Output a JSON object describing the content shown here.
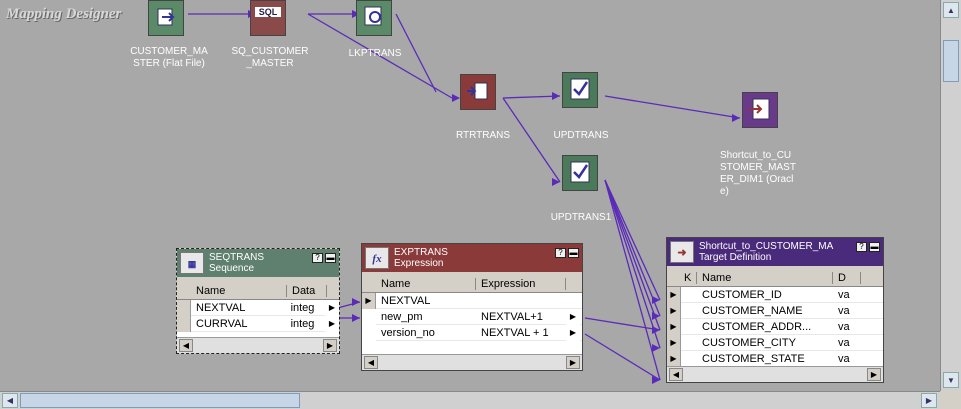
{
  "title": "Mapping Designer",
  "nodes": {
    "customer_master_src": {
      "label": "CUSTOMER_MA\nSTER (Flat File)",
      "color": "#5a8a68"
    },
    "sq_customer_master": {
      "label": "SQ_CUSTOMER\n_MASTER",
      "color": "#8b4a4a",
      "icon_text": "SQL"
    },
    "lkptrans": {
      "label": "LKPTRANS",
      "color": "#5a8a68"
    },
    "rtrtrans": {
      "label": "RTRTRANS",
      "color": "#8b3a3a"
    },
    "updtrans": {
      "label": "UPDTRANS",
      "color": "#4a7a5a"
    },
    "updtrans1": {
      "label": "UPDTRANS1",
      "color": "#4a7a5a"
    },
    "shortcut_target": {
      "label": "Shortcut_to_CU\nSTOMER_MAST\nER_DIM1 (Oracl\ne)",
      "color": "#6a3a8a"
    }
  },
  "seqtrans": {
    "name": "SEQTRANS",
    "type": "Sequence",
    "columns": [
      "Name",
      "Data"
    ],
    "rows": [
      [
        "NEXTVAL",
        "integ"
      ],
      [
        "CURRVAL",
        "integ"
      ]
    ]
  },
  "exptrans": {
    "name": "EXPTRANS",
    "type": "Expression",
    "icon_text": "fx",
    "columns": [
      "Name",
      "Expression"
    ],
    "rows": [
      [
        "NEXTVAL",
        ""
      ],
      [
        "new_pm",
        "NEXTVAL+1"
      ],
      [
        "version_no",
        "NEXTVAL + 1"
      ]
    ]
  },
  "target": {
    "name": "Shortcut_to_CUSTOMER_MA",
    "type": "Target Definition",
    "columns": [
      "K",
      "Name",
      "D"
    ],
    "rows": [
      [
        "CUSTOMER_ID",
        "va"
      ],
      [
        "CUSTOMER_NAME",
        "va"
      ],
      [
        "CUSTOMER_ADDR...",
        "va"
      ],
      [
        "CUSTOMER_CITY",
        "va"
      ],
      [
        "CUSTOMER_STATE",
        "va"
      ]
    ]
  },
  "colors": {
    "canvas": "#a8a8a8",
    "link": "#5a2ab8",
    "expr_header": "#8b3a3a",
    "seq_header": "#5f7f6f",
    "target_header": "#4a2a7a"
  }
}
